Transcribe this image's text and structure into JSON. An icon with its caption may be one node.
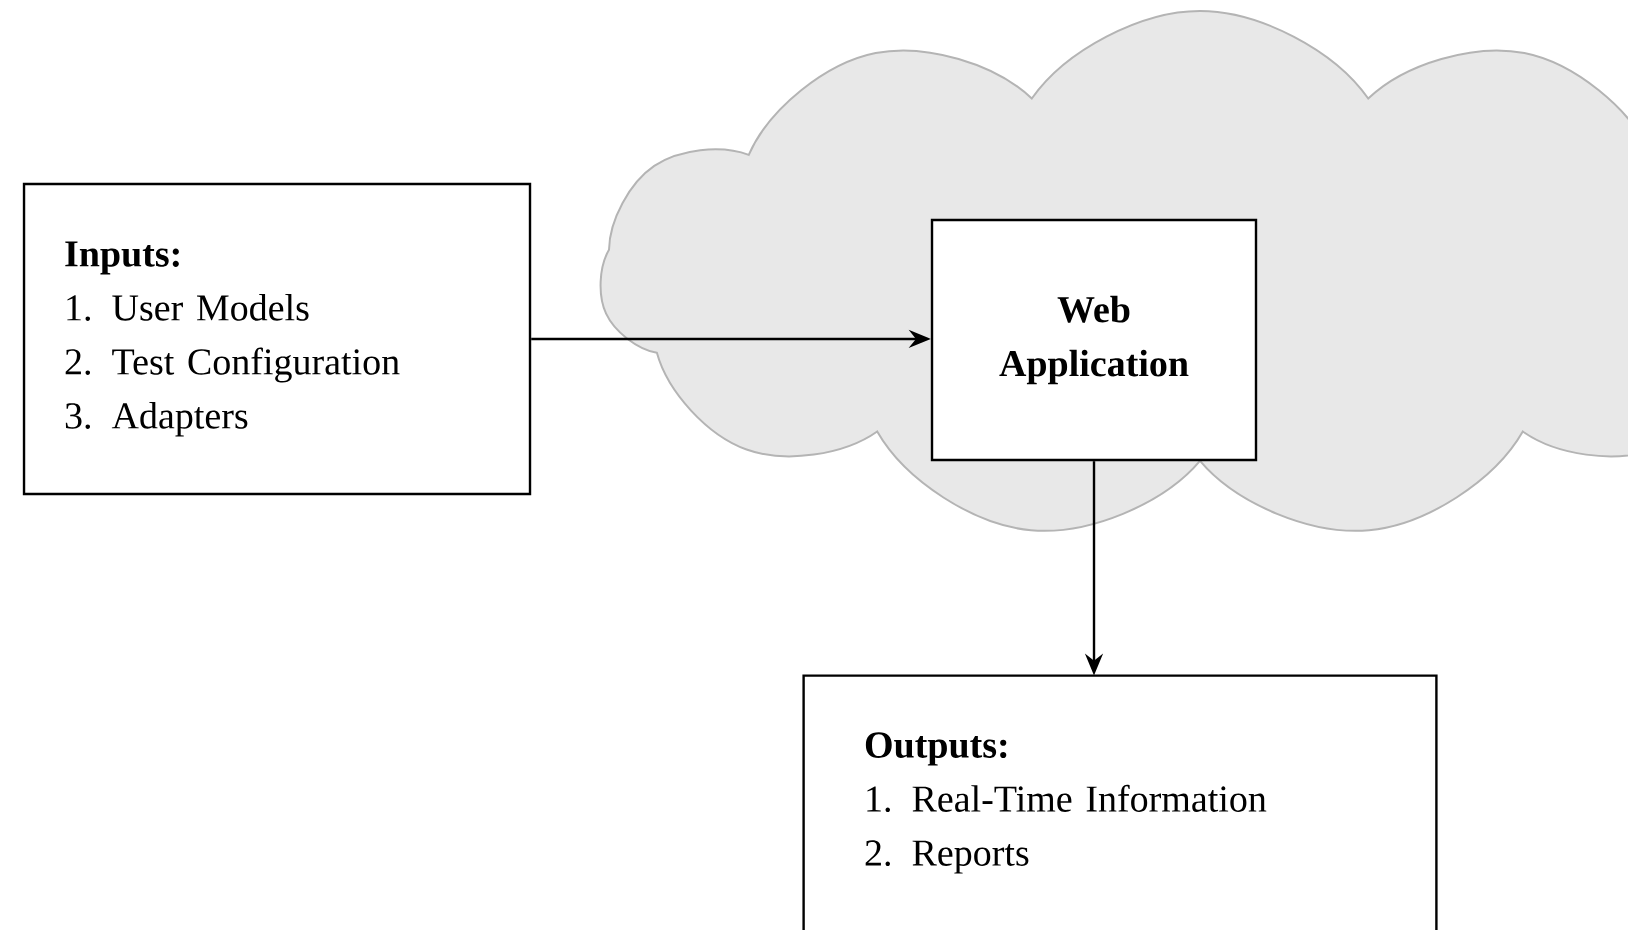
{
  "diagram": {
    "nodes": [
      {
        "text": [
          "Inputs:",
          "1. User Models",
          "2. Test Configuration",
          "3. Adapters"
        ]
      },
      {
        "text": [],
        "shape": "cloud"
      },
      {
        "text": [
          "Web Application"
        ],
        "in": 1
      },
      {
        "text": [
          "Outputs:",
          "1. Real-Time Information",
          "2. Reports"
        ]
      }
    ],
    "edges": [
      {
        "from": 0,
        "to": 2,
        "arrow": "to"
      },
      {
        "from": 2,
        "to": 3,
        "arrow": "to"
      }
    ]
  }
}
